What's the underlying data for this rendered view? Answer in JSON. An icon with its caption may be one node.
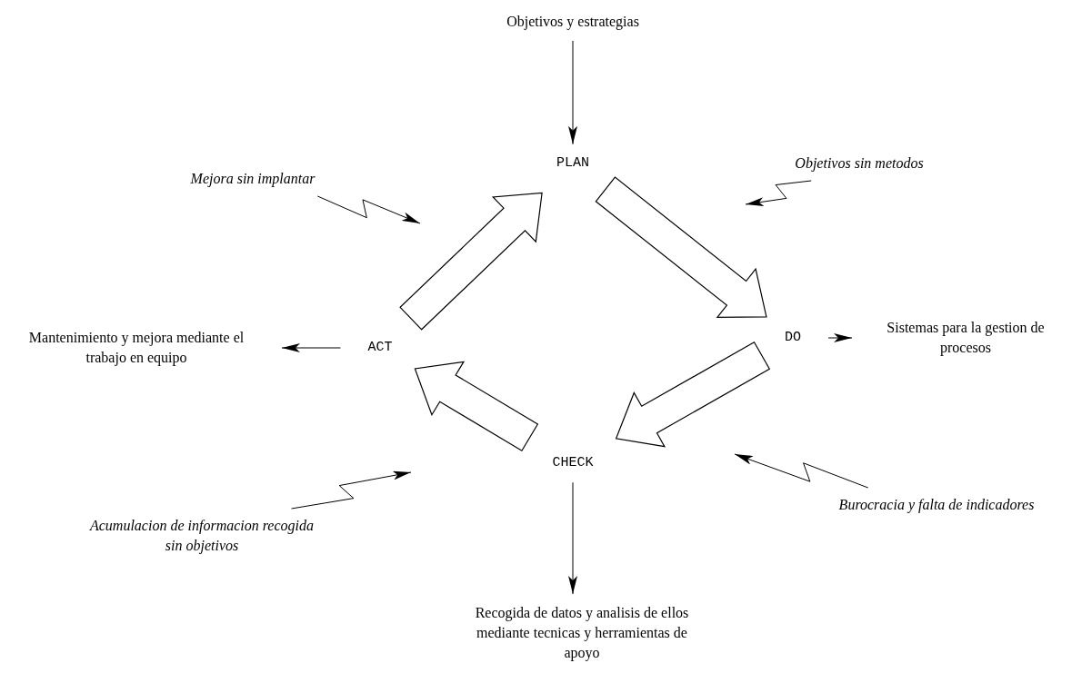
{
  "diagram": {
    "nodes": [
      {
        "text": [
          "Objetivos y estrategias"
        ]
      },
      {
        "text": [
          "PLAN"
        ]
      },
      {
        "text": [
          "DO"
        ]
      },
      {
        "text": [
          "CHECK"
        ]
      },
      {
        "text": [
          "ACT"
        ]
      },
      {
        "text": [
          "Sistemas para la gestion de procesos"
        ]
      },
      {
        "text": [
          "Recogida de datos y analisis de ellos mediante tecnicas y herramientas de apoyo"
        ]
      },
      {
        "text": [
          "Mantenimiento y mejora mediante el trabajo en equipo"
        ]
      },
      {
        "text": [
          "Mejora sin implantar"
        ]
      },
      {
        "text": [
          "Objetivos sin metodos"
        ]
      },
      {
        "text": [
          "Burocracia y falta de indicadores"
        ]
      },
      {
        "text": [
          "Acumulacion de informacion recogida sin objetivos"
        ]
      }
    ],
    "edges": [
      {
        "from": 0,
        "to": 1,
        "arrow": "to"
      },
      {
        "from": 1,
        "to": 2,
        "arrow": "to",
        "style": "thick"
      },
      {
        "from": 2,
        "to": 3,
        "arrow": "to",
        "style": "thick"
      },
      {
        "from": 3,
        "to": 4,
        "arrow": "to",
        "style": "thick"
      },
      {
        "from": 4,
        "to": 1,
        "arrow": "to",
        "style": "thick"
      },
      {
        "from": 2,
        "to": 5,
        "arrow": "to"
      },
      {
        "from": 3,
        "to": 6,
        "arrow": "to"
      },
      {
        "from": 4,
        "to": 7,
        "arrow": "to"
      },
      {
        "from": 8,
        "to": null,
        "arrow": "to"
      },
      {
        "from": 9,
        "to": null,
        "arrow": "to"
      },
      {
        "from": 10,
        "to": null,
        "arrow": "to"
      },
      {
        "from": 11,
        "to": null,
        "arrow": "to"
      }
    ]
  }
}
